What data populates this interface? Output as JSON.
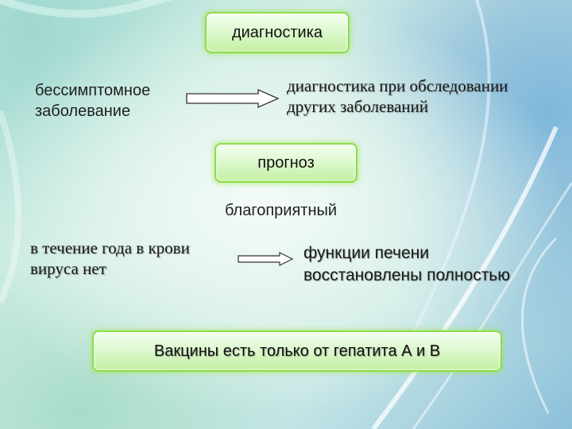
{
  "diagnostics": {
    "title": "диагностика",
    "source_lines": [
      "бессимптомное",
      "заболевание"
    ],
    "target_lines": [
      "диагностика при обследовании",
      "других заболеваний"
    ]
  },
  "prognosis": {
    "title": "прогноз",
    "subtitle": "благоприятный",
    "left_lines": [
      "в течение года в крови",
      "вируса нет"
    ],
    "right_lines": [
      "функции печени",
      "восстановлены полностью"
    ]
  },
  "vaccine": {
    "text": "Вакцины есть только от гепатита А и В"
  }
}
